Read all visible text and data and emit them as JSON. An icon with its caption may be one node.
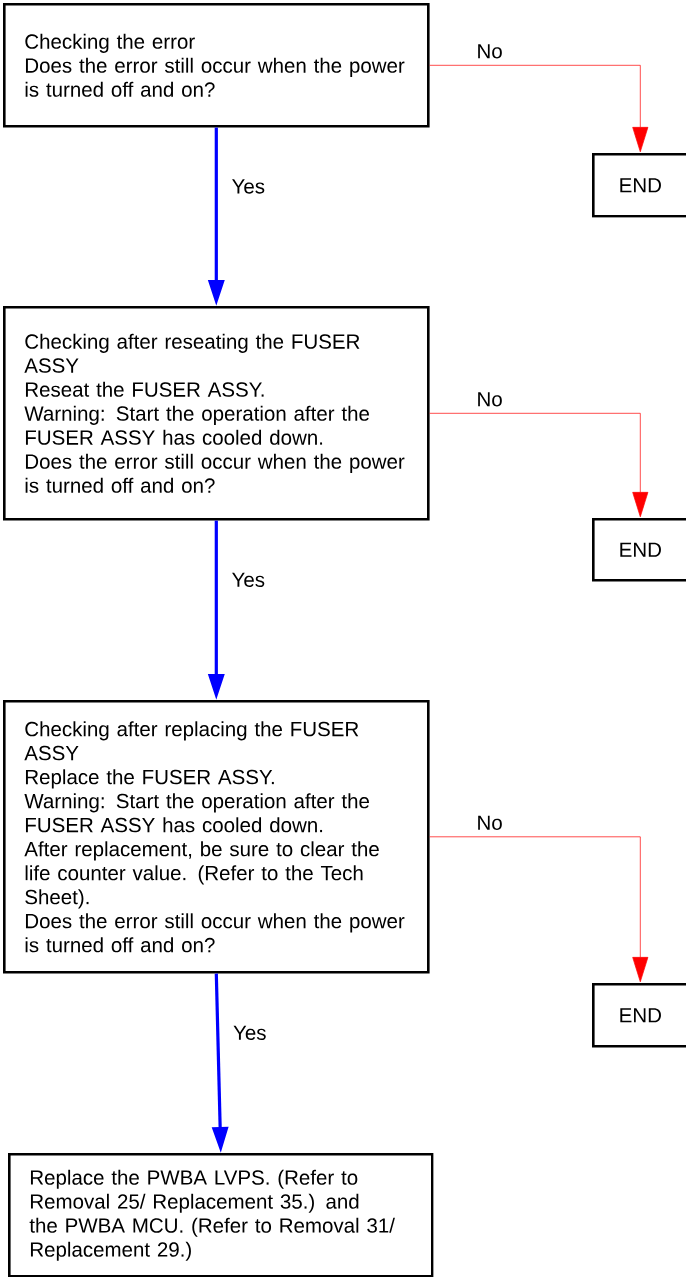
{
  "diagram": {
    "nodes": [
      {
        "text": [
          "Checking the error",
          "Does the error still occur when the power is turned off and on?"
        ]
      },
      {
        "text": [
          "END"
        ]
      },
      {
        "text": [
          "Checking after reseating the FUSER ASSY",
          "Reseat the FUSER ASSY.",
          "Warning: Start the operation after the FUSER ASSY has cooled down.",
          "Does the error still occur when the power is turned off and on?"
        ]
      },
      {
        "text": [
          "END"
        ]
      },
      {
        "text": [
          "Checking after replacing the FUSER ASSY",
          "Replace the FUSER ASSY.",
          "Warning: Start the operation after the FUSER ASSY has cooled down.",
          "After replacement, be sure to clear the life counter value. (Refer to the Tech Sheet).",
          "Does the error still occur when the power is turned off and on?"
        ]
      },
      {
        "text": [
          "END"
        ]
      },
      {
        "text": [
          "Replace the PWBA LVPS. (Refer to Removal 25/ Replacement 35.) and the PWBA MCU. (Refer to Removal 31/ Replacement 29.)"
        ]
      }
    ],
    "edges": [
      {
        "from": 0,
        "to": 1,
        "arrow": "to",
        "label": "No",
        "color": "#ff0000"
      },
      {
        "from": 0,
        "to": 2,
        "arrow": "to",
        "label": "Yes",
        "style": "thick",
        "color": "#0000ff"
      },
      {
        "from": 2,
        "to": 3,
        "arrow": "to",
        "label": "No",
        "color": "#ff0000"
      },
      {
        "from": 2,
        "to": 4,
        "arrow": "to",
        "label": "Yes",
        "style": "thick",
        "color": "#0000ff"
      },
      {
        "from": 4,
        "to": 5,
        "arrow": "to",
        "label": "No",
        "color": "#ff0000"
      },
      {
        "from": 4,
        "to": 6,
        "arrow": "to",
        "label": "Yes",
        "style": "thick",
        "color": "#0000ff"
      }
    ]
  }
}
